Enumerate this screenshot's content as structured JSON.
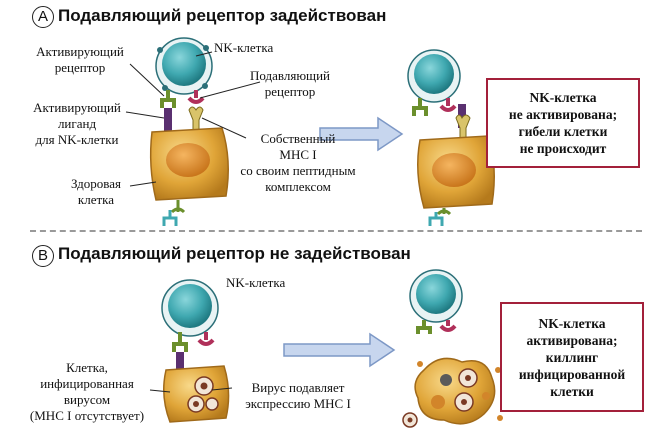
{
  "panel_a": {
    "letter": "A",
    "title": "Подавляющий рецептор задействован",
    "labels": {
      "nk_cell": "NK-клетка",
      "activating_receptor": [
        "Активирующий",
        "рецептор"
      ],
      "inhibitory_receptor": [
        "Подавляющий",
        "рецептор"
      ],
      "activating_ligand": [
        "Активирующий",
        "лиганд",
        "для NK-клетки"
      ],
      "self_mhc": [
        "Собственный",
        "MHC I",
        "со своим пептидным",
        "комплексом"
      ],
      "healthy_cell": [
        "Здоровая",
        "клетка"
      ]
    },
    "result_box": [
      "NK-клетка",
      "не активирована;",
      "гибели клетки",
      "не происходит"
    ]
  },
  "panel_b": {
    "letter": "B",
    "title": "Подавляющий рецептор не задействован",
    "labels": {
      "nk_cell": "NK-клетка",
      "infected_cell": [
        "Клетка,",
        "инфицированная",
        "вирусом",
        "(MHC I отсутствует)"
      ],
      "virus_suppresses": [
        "Вирус подавляет",
        "экспрессию MHC I"
      ]
    },
    "result_box": [
      "NK-клетка",
      "активирована;",
      "киллинг",
      "инфицированной",
      "клетки"
    ]
  },
  "colors": {
    "nk_cell": "#3fa8b0",
    "target_cell": "#e0a538",
    "box_border": "#a3203a",
    "arrow": "#9cb4dc",
    "activating_receptor": "#6b8f2c",
    "inhibitory_receptor": "#b0305a",
    "ligand": "#5a3070",
    "mhc": "#d9c46a"
  }
}
